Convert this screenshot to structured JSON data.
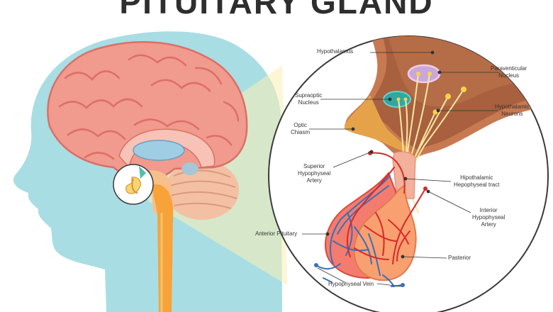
{
  "title": "PITUITARY GLAND",
  "colors": {
    "head": "#a9dde4",
    "brain": "#f19a8e",
    "brain_fold": "#dc6f66",
    "hypothalamus": "#c77a52",
    "anterior_lobe": "#f47c6e",
    "posterior_lobe": "#f9a070",
    "spinal_cord": "#f7a33a",
    "artery": "#d8282b",
    "vein": "#3b6fb8",
    "nerve": "#fbe7a1",
    "highlight": "#fbeeb5"
  },
  "labels": {
    "hypothalamus": "Hypothalamus",
    "paraventicular_nucleus": [
      "Paraventicular",
      "Nucleus"
    ],
    "supraoptic_nucleus": [
      "Supraoptic",
      "Nucleus"
    ],
    "hypothalamic_neurons": [
      "Hypothalamic",
      "Neurons"
    ],
    "optic_chiasm": [
      "Optic",
      "Chiasm"
    ],
    "superior_hypophyseal_artery": [
      "Superior",
      "Hypophyseal",
      "Artery"
    ],
    "hipothalamic_tract": [
      "Hipothalamic",
      "Hepophyseal tract"
    ],
    "interior_hypophyseal_artery": [
      "Interior",
      "Hypophyseal",
      "Artery"
    ],
    "anterior_pituitary": "Anterior Pituitary",
    "pasterior": "Pasterior",
    "hypophyseal_vein": "Hypophyseal Vein"
  }
}
